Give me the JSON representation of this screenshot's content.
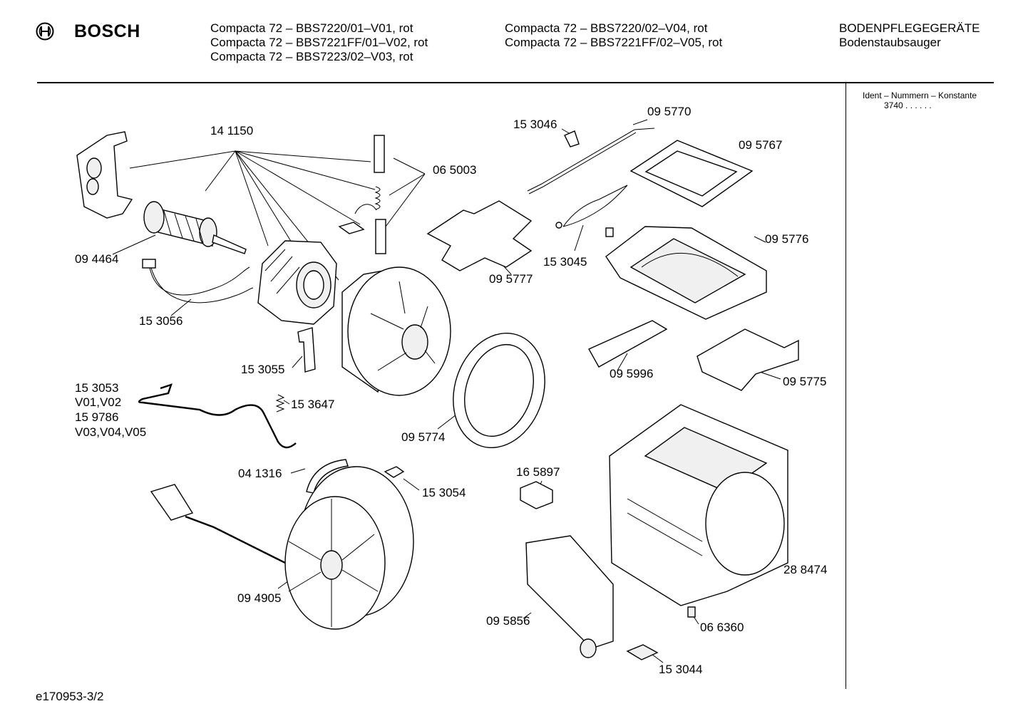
{
  "brand": {
    "name": "BOSCH"
  },
  "header": {
    "models_col1": [
      "Compacta 72 – BBS7220/01–V01, rot",
      "Compacta 72 – BBS7221FF/01–V02, rot",
      "Compacta 72 – BBS7223/02–V03, rot"
    ],
    "models_col2": [
      "Compacta 72 – BBS7220/02–V04, rot",
      "Compacta 72 – BBS7221FF/02–V05, rot"
    ],
    "category": "BODENPFLEGEGERÄTE",
    "subcategory": "Bodenstaubsauger"
  },
  "ident": {
    "label": "Ident – Nummern – Konstante",
    "value": "3740  . .   . . . ."
  },
  "parts": {
    "p141150": "14 1150",
    "p094464": "09 4464",
    "p153056": "15 3056",
    "p153055": "15 3055",
    "p065003": "06 5003",
    "p153053": "15 3053",
    "v0102": "V01,V02",
    "p159786": "15 9786",
    "v030405": "V03,V04,V05",
    "p153647": "15 3647",
    "p041316": "04 1316",
    "p153054": "15 3054",
    "p094905": "09 4905",
    "p095777": "09 5777",
    "p095774": "09 5774",
    "p153046": "15 3046",
    "p095770": "09 5770",
    "p095767": "09 5767",
    "p153045": "15 3045",
    "p095776": "09 5776",
    "p095996": "09 5996",
    "p095775": "09 5775",
    "p165897": "16 5897",
    "p288474": "28 8474",
    "p095856": "09 5856",
    "p066360": "06 6360",
    "p153044": "15 3044"
  },
  "footer": {
    "code": "e170953-3/2"
  }
}
